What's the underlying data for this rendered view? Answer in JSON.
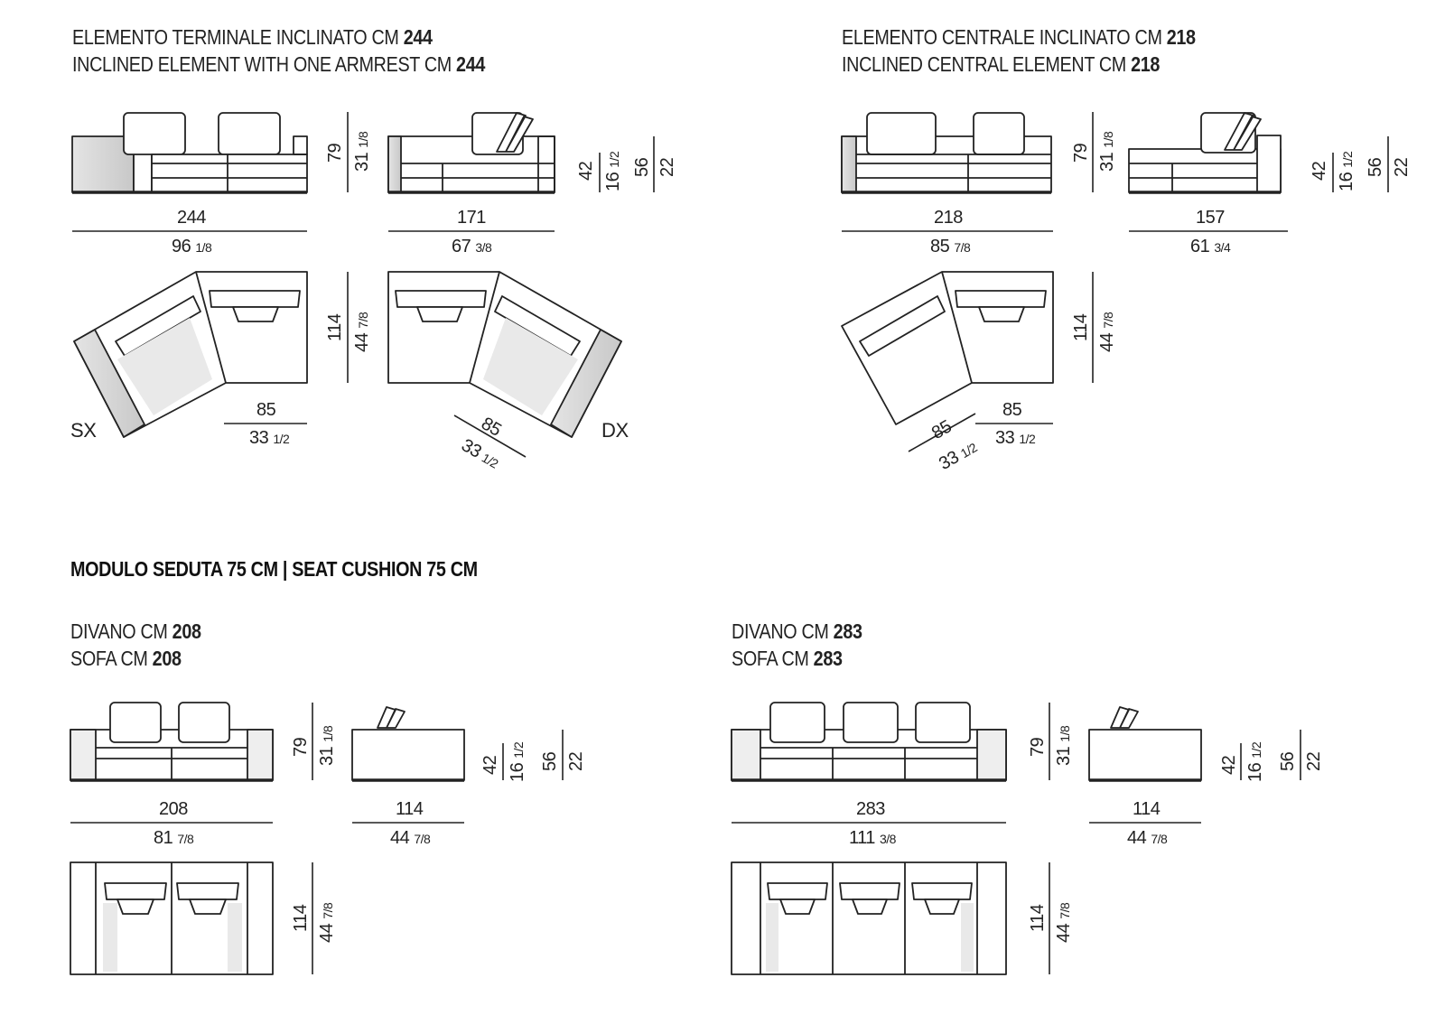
{
  "section_heading": "MODULO SEDUTA 75 CM | SEAT CUSHION 75 CM",
  "titles": {
    "terminal_it_prefix": "ELEMENTO TERMINALE INCLINATO CM ",
    "terminal_it_value": "244",
    "terminal_en_prefix": "INCLINED ELEMENT WITH ONE ARMREST CM ",
    "terminal_en_value": "244",
    "central_it_prefix": "ELEMENTO CENTRALE INCLINATO CM ",
    "central_it_value": "218",
    "central_en_prefix": "INCLINED CENTRAL ELEMENT CM ",
    "central_en_value": "218",
    "sofa208_it_prefix": "DIVANO CM ",
    "sofa208_it_value": "208",
    "sofa208_en_prefix": "SOFA CM ",
    "sofa208_en_value": "208",
    "sofa283_it_prefix": "DIVANO CM ",
    "sofa283_it_value": "283",
    "sofa283_en_prefix": "SOFA CM ",
    "sofa283_en_value": "283"
  },
  "side_labels": {
    "left": "SX",
    "right": "DX"
  },
  "dims": {
    "t244_w": "244",
    "t244_w_in": "96",
    "t244_w_frac": "1/8",
    "t171_w": "171",
    "t171_w_in": "67",
    "t171_w_frac": "3/8",
    "c218_w": "218",
    "c218_w_in": "85",
    "c218_w_frac": "7/8",
    "c157_w": "157",
    "c157_w_in": "61",
    "c157_w_frac": "3/4",
    "h79": "79",
    "h79_in": "31",
    "h79_frac": "1/8",
    "h42": "42",
    "h42_in": "16",
    "h42_frac": "1/2",
    "h56": "56",
    "h56_in": "22",
    "d114": "114",
    "d114_in": "44",
    "d114_frac": "7/8",
    "d85": "85",
    "d85_in": "33",
    "d85_frac": "1/2",
    "s208_w": "208",
    "s208_w_in": "81",
    "s208_w_frac": "7/8",
    "s283_w": "283",
    "s283_w_in": "111",
    "s283_w_frac": "3/8",
    "side114_w": "114",
    "side114_w_in": "44",
    "side114_w_frac": "7/8"
  }
}
